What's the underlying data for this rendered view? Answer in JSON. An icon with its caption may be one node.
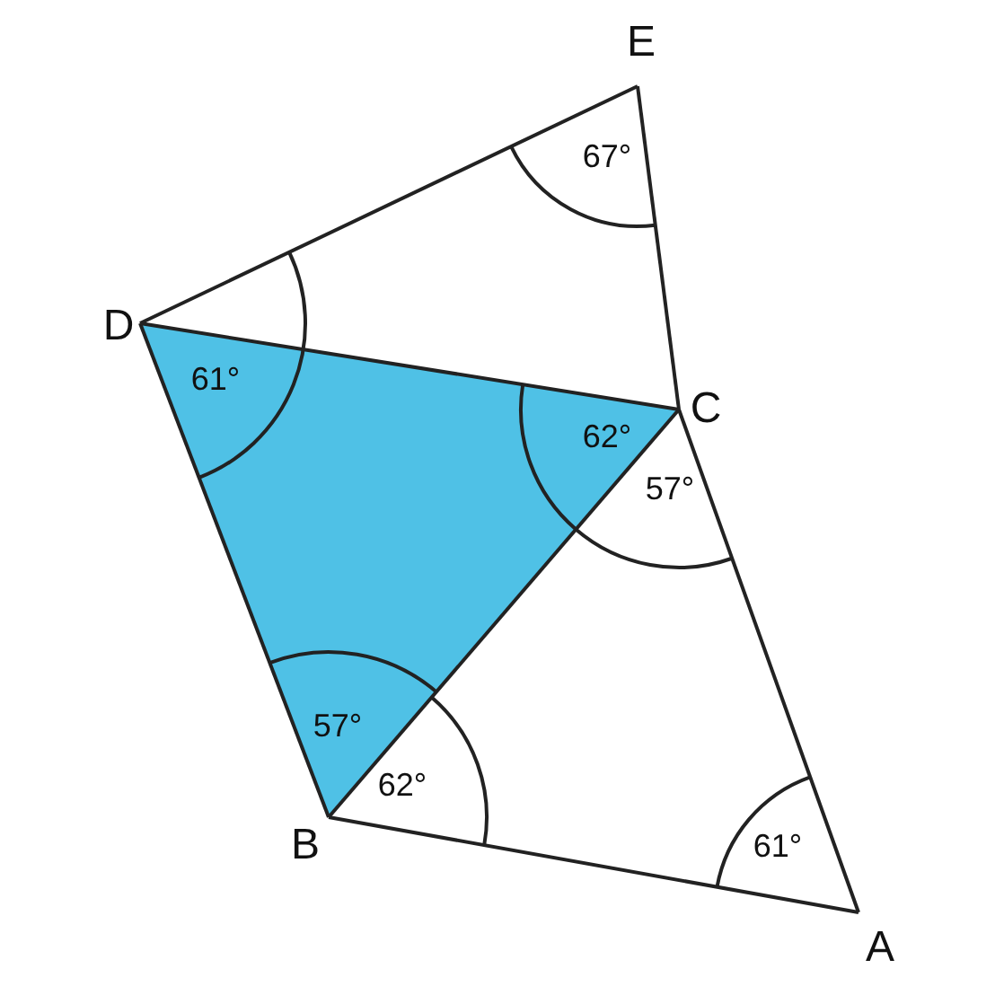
{
  "diagram": {
    "labels": [
      "E",
      "67°",
      "D",
      "61°",
      "C",
      "62°",
      "57°",
      "57°",
      "B",
      "62°",
      "61°",
      "A"
    ]
  }
}
